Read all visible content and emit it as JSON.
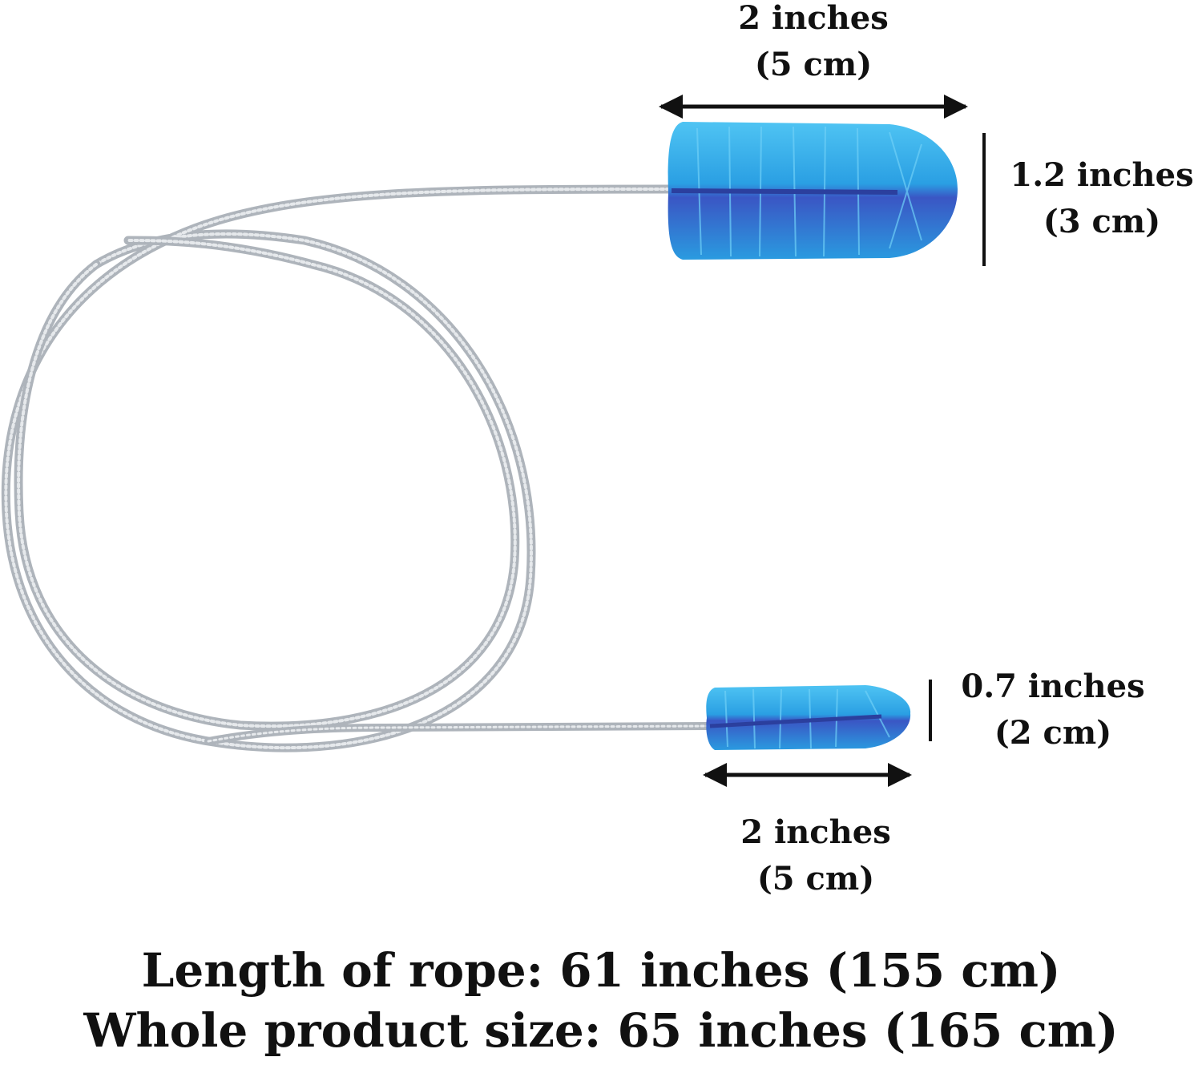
{
  "large_brush": {
    "length_label": [
      "2 inches",
      "(5 cm)"
    ],
    "diameter_label": [
      "1.2 inches",
      "(3 cm)"
    ]
  },
  "small_brush": {
    "length_label": [
      "2 inches",
      "(5 cm)"
    ],
    "diameter_label": [
      "0.7 inches",
      "(2 cm)"
    ]
  },
  "footer": {
    "rope_length": "Length of rope: 61 inches (155 cm)",
    "product_size": "Whole product size: 65 inches (165 cm)"
  },
  "colors": {
    "bristle": "#27a9e6",
    "bristle_dark": "#3b5fc8",
    "wire": "#b9bfc6",
    "text": "#111111"
  }
}
